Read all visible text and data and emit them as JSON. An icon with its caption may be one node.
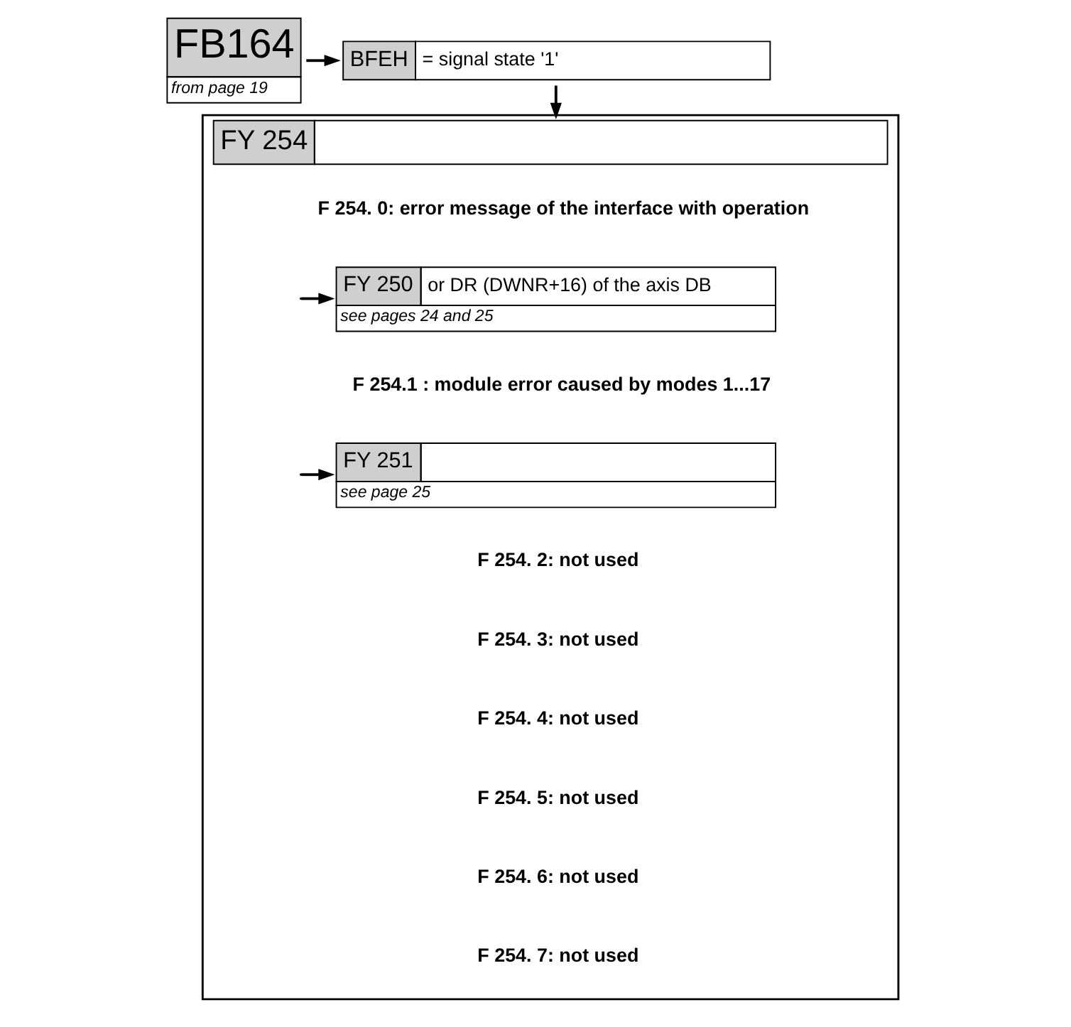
{
  "diagram": {
    "nodes": [
      {
        "text": [
          "FB164",
          "from page 19"
        ]
      },
      {
        "text": [
          "BFEH",
          "= signal state '1'"
        ]
      },
      {
        "text": [
          "FY 254"
        ]
      },
      {
        "text": [
          "F 254. 0: error message of the interface with operation"
        ],
        "in": 2
      },
      {
        "text": [
          "FY 250",
          "or DR (DWNR+16) of the axis DB",
          "see pages 24 and 25"
        ],
        "in": 2
      },
      {
        "text": [
          "F 254.1 : module error caused by modes 1...17"
        ],
        "in": 2
      },
      {
        "text": [
          "FY 251",
          "see page 25"
        ],
        "in": 2
      },
      {
        "text": [
          "F 254. 2: not used"
        ],
        "in": 2
      },
      {
        "text": [
          "F 254. 3: not used"
        ],
        "in": 2
      },
      {
        "text": [
          "F 254. 4: not used"
        ],
        "in": 2
      },
      {
        "text": [
          "F 254. 5: not used"
        ],
        "in": 2
      },
      {
        "text": [
          "F 254. 6: not used"
        ],
        "in": 2
      },
      {
        "text": [
          "F 254. 7: not used"
        ],
        "in": 2
      }
    ],
    "edges": [
      {
        "from": 0,
        "to": 1,
        "arrow": "to"
      },
      {
        "from": 1,
        "to": 2,
        "arrow": "to"
      },
      {
        "from": null,
        "to": 4,
        "arrow": "to"
      },
      {
        "from": null,
        "to": 6,
        "arrow": "to"
      }
    ]
  }
}
